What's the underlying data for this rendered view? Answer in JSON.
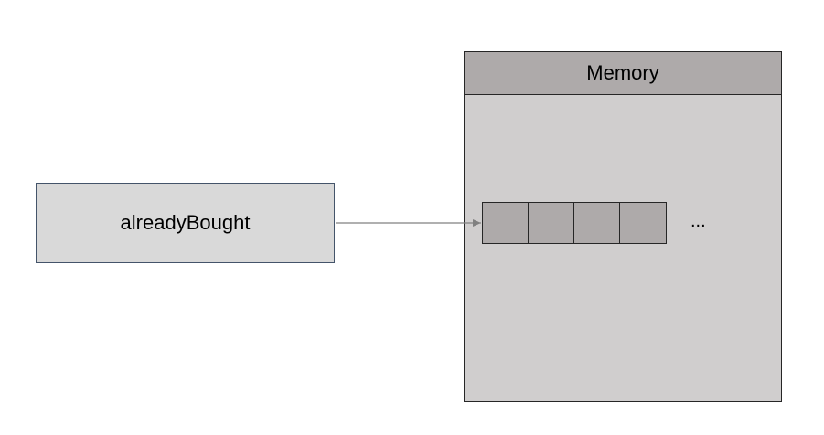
{
  "variable": {
    "label": "alreadyBought"
  },
  "memory": {
    "title": "Memory",
    "cell_count": 4,
    "ellipsis": "..."
  },
  "colors": {
    "variable_fill": "#d9d9d9",
    "variable_border": "#44546a",
    "memory_fill": "#d0cece",
    "memory_header_fill": "#aeaaaa",
    "cell_fill": "#aeaaaa",
    "arrow": "#808080"
  }
}
